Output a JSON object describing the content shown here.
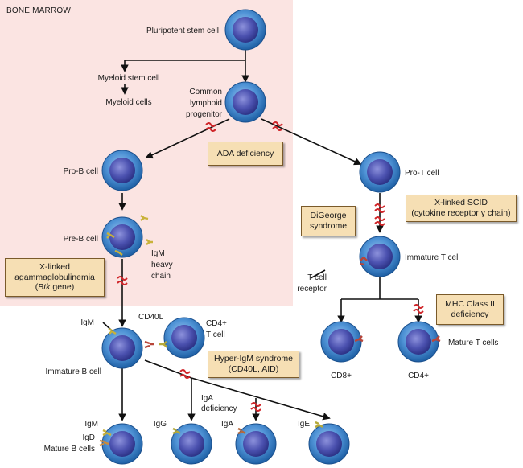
{
  "region_label": "BONE MARROW",
  "colors": {
    "marrow_bg": "#fbe4e2",
    "cell_outer": "#2a6fb3",
    "cell_inner": "#4a4fae",
    "box_fill": "#f6dfb4",
    "block_red": "#d0262a",
    "igm_yellow": "#c9b23a",
    "igd_orange": "#c98a3a",
    "iga_brown": "#b8683a",
    "tcr_red": "#b8463a"
  },
  "cells": {
    "stem": "Pluripotent stem cell",
    "myeloid_stem": "Myeloid stem cell",
    "myeloid_cells": "Myeloid cells",
    "clp_1": "Common",
    "clp_2": "lymphoid",
    "clp_3": "progenitor",
    "pro_b": "Pro-B cell",
    "pre_b": "Pre-B cell",
    "igm_heavy_1": "IgM",
    "igm_heavy_2": "heavy",
    "igm_heavy_3": "chain",
    "pro_t": "Pro-T cell",
    "immature_t": "Immature T cell",
    "tcr_1": "T cell",
    "tcr_2": "receptor",
    "cd8": "CD8+",
    "cd4": "CD4+",
    "mature_t": "Mature T cells",
    "igm_marker": "IgM",
    "cd40l": "CD40L",
    "cd4t_1": "CD4+",
    "cd4t_2": "T cell",
    "immature_b": "Immature B cell",
    "iga_def_1": "IgA",
    "iga_def_2": "deficiency",
    "mature_igm": "IgM",
    "mature_igd": "IgD",
    "mature_b": "Mature B cells",
    "igg": "IgG",
    "iga": "IgA",
    "ige": "IgE"
  },
  "boxes": {
    "ada": "ADA deficiency",
    "xla_1": "X-linked",
    "xla_2": "agammaglobulinemia",
    "xla_gene": "Btk",
    "xla_suffix": " gene)",
    "scid_1": "X-linked SCID",
    "scid_2": "(cytokine receptor γ chain)",
    "digeorge_1": "DiGeorge",
    "digeorge_2": "syndrome",
    "mhc_1": "MHC Class II",
    "mhc_2": "deficiency",
    "higm_1": "Hyper-IgM syndrome",
    "higm_2": "(CD40L, AID)"
  }
}
